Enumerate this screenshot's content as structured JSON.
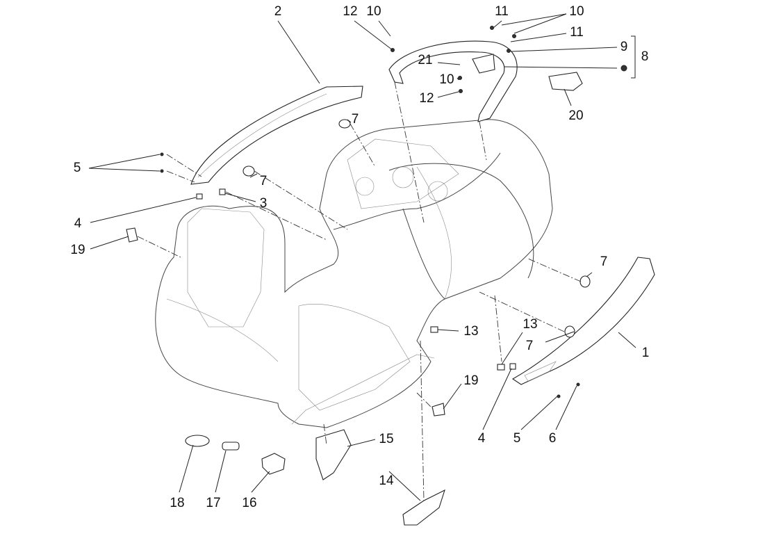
{
  "diagram": {
    "callouts": [
      "2",
      "12",
      "10",
      "11",
      "10",
      "11",
      "9",
      "8",
      "21",
      "10",
      "12",
      "20",
      "7",
      "5",
      "7",
      "3",
      "4",
      "19",
      "7",
      "13",
      "13",
      "7",
      "1",
      "19",
      "4",
      "5",
      "6",
      "15",
      "14",
      "18",
      "17",
      "16"
    ]
  }
}
